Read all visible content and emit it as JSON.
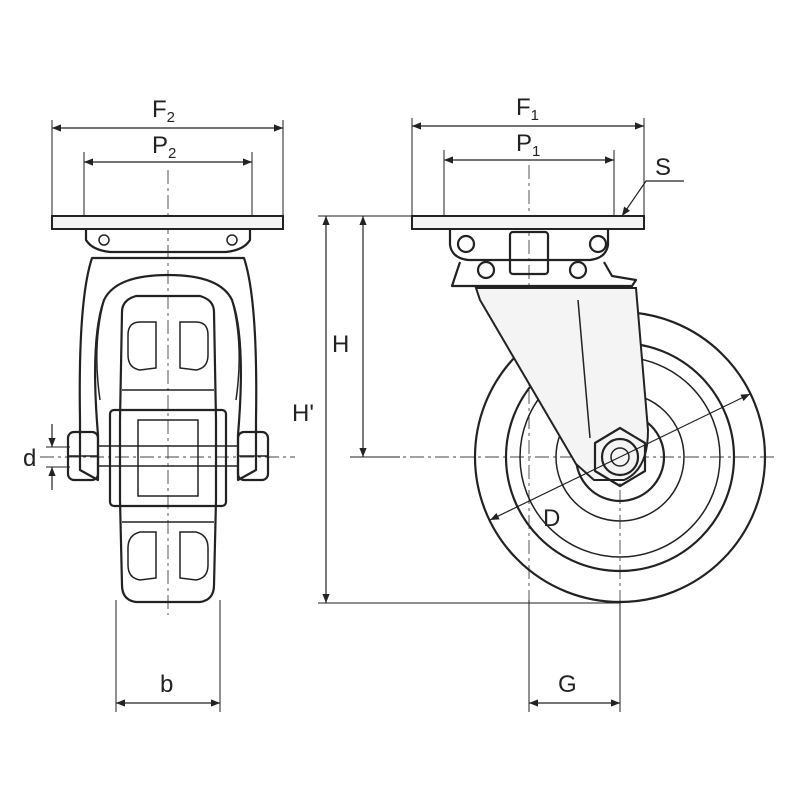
{
  "labels": {
    "f2": {
      "main": "F",
      "sub": "2"
    },
    "p2": {
      "main": "P",
      "sub": "2"
    },
    "f1": {
      "main": "F",
      "sub": "1"
    },
    "p1": {
      "main": "P",
      "sub": "1"
    },
    "s": "S",
    "h": "H",
    "h_prime": "H'",
    "d_small": "d",
    "d_large": "D",
    "b": "b",
    "g": "G"
  },
  "colors": {
    "line": "#222222",
    "background": "#ffffff"
  }
}
